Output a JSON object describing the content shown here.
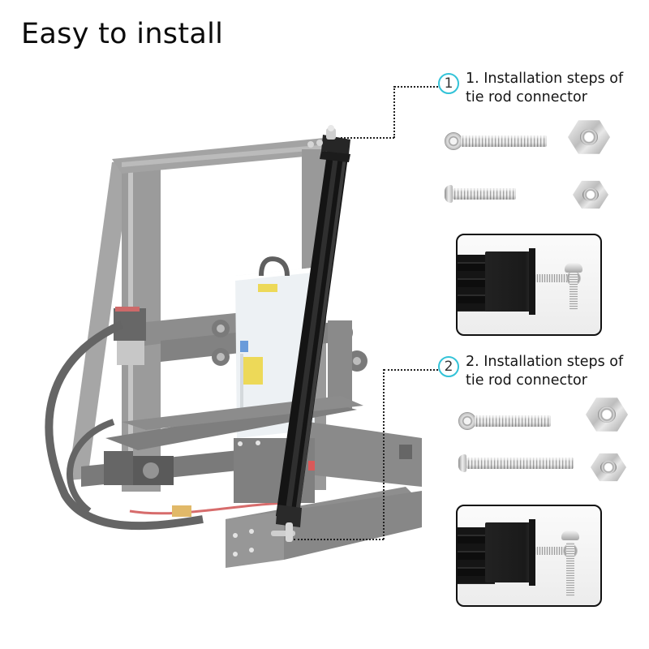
{
  "header": {
    "title": "Easy to install"
  },
  "steps": [
    {
      "number": "1",
      "line1": "1. Installation steps of",
      "line2": "tie rod connector",
      "parts": [
        "eye-bolt",
        "hex-nut",
        "button-head-screw",
        "hex-nut"
      ]
    },
    {
      "number": "2",
      "line1": "2. Installation steps of",
      "line2": "tie rod connector",
      "parts": [
        "eye-bolt",
        "hex-nut",
        "long-button-head-screw",
        "hex-nut"
      ]
    }
  ],
  "colors": {
    "badge_ring": "#33c3d8",
    "leader_line": "#222222",
    "frame_gray": "#8a8a8a",
    "rod_black": "#141414"
  },
  "illustration": {
    "subject": "3D printer with tie rod support"
  }
}
